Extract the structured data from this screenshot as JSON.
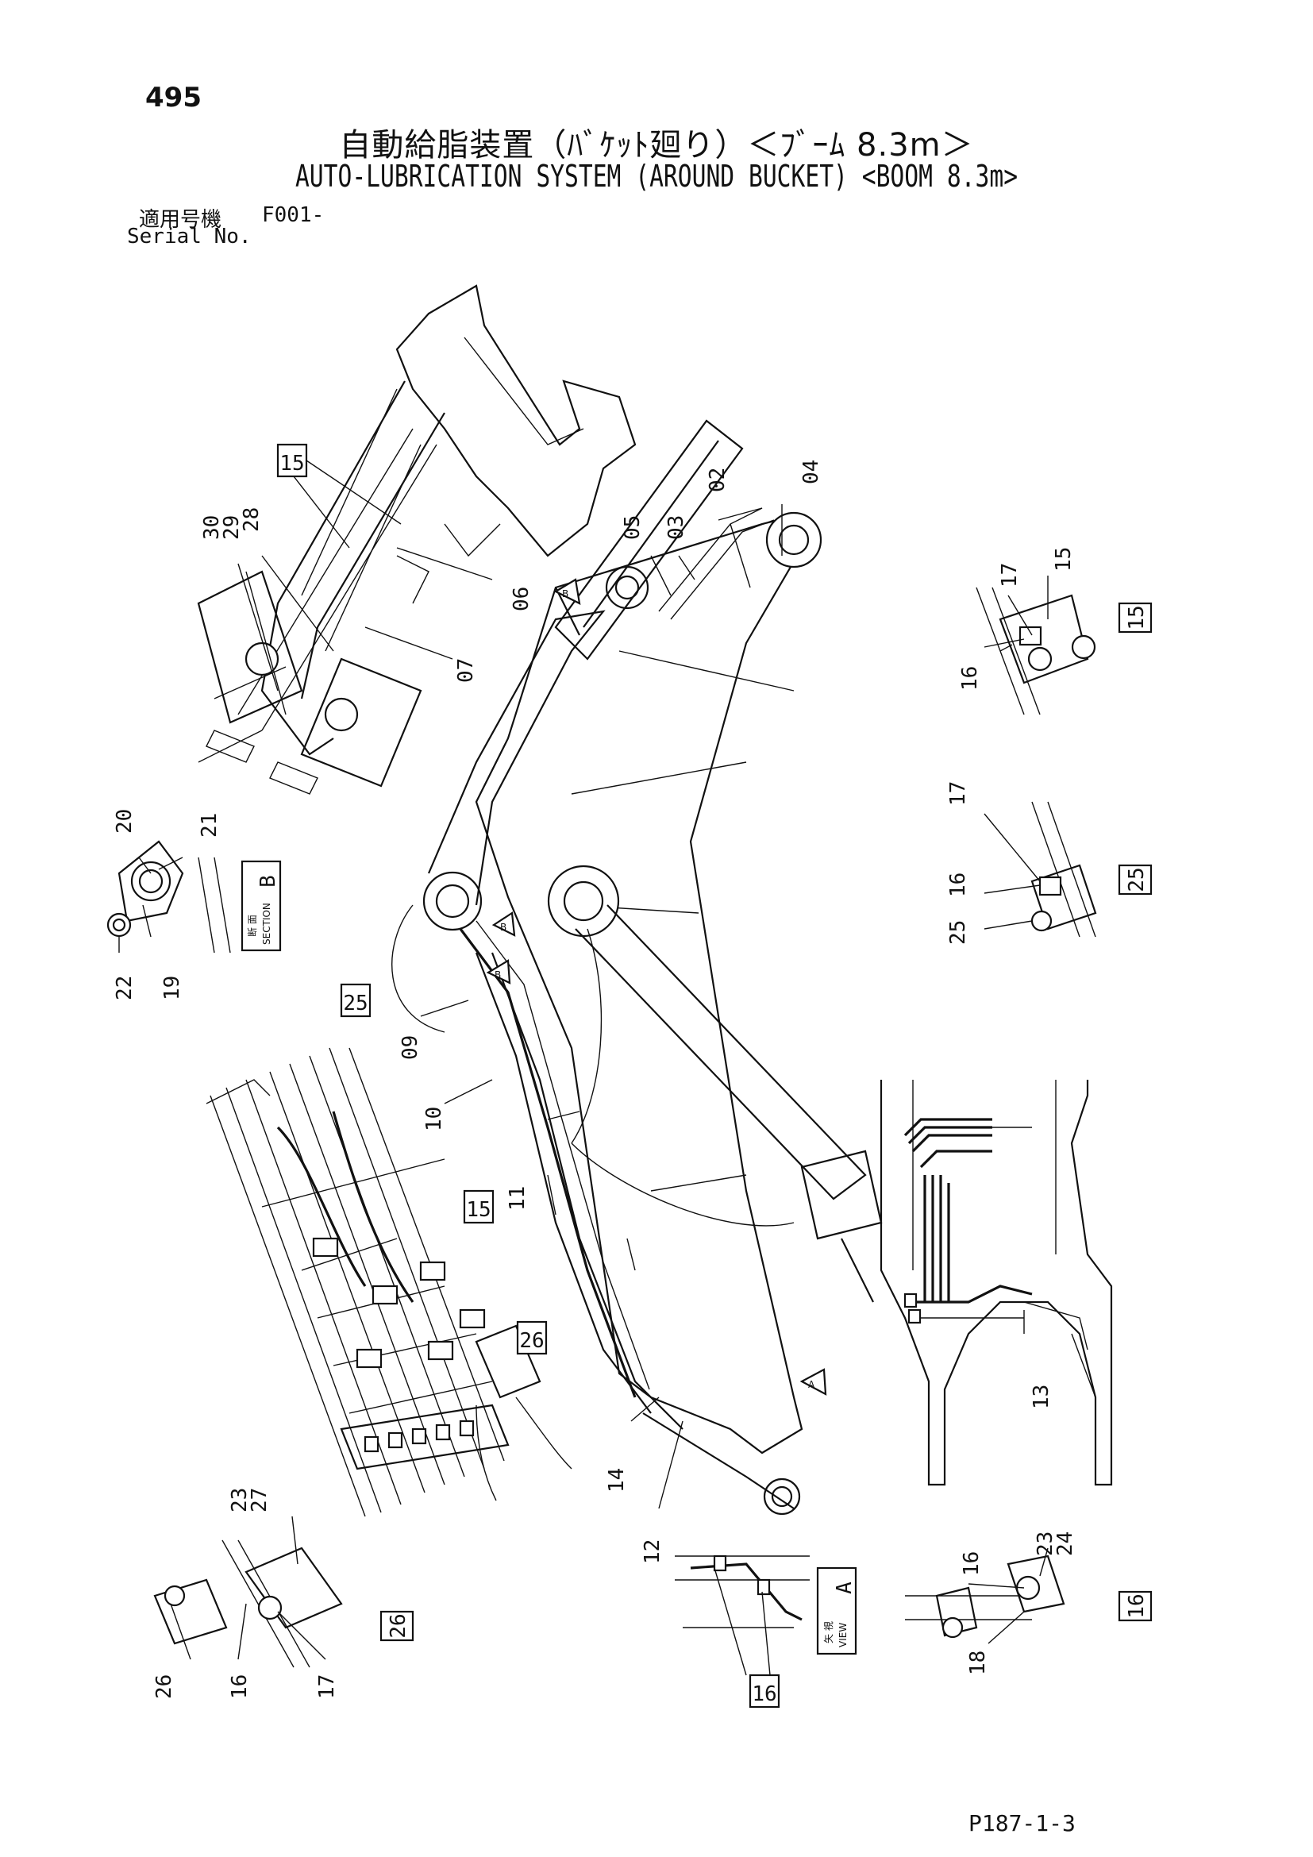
{
  "page_number": "495",
  "title_jp": "自動給脂装置（ﾊﾞｹｯﾄ廻り）＜ﾌﾞｰﾑ 8.3m＞",
  "title_en": "AUTO-LUBRICATION SYSTEM (AROUND BUCKET) <BOOM 8.3m>",
  "serial_label_jp": "適用号機",
  "serial_label_en": "Serial No.",
  "serial_value": "F001-",
  "page_ref": "P187-1-3",
  "view_labels": {
    "section_jp": "断 面",
    "section_en": "SECTION",
    "section_letter": "B",
    "view_jp": "矢 視",
    "view_en": "VIEW",
    "view_letter": "A"
  },
  "detail_boxes": [
    "15",
    "15",
    "25",
    "25",
    "15",
    "26",
    "26",
    "16",
    "16"
  ],
  "callouts": [
    "30",
    "29",
    "28",
    "02",
    "03",
    "04",
    "05",
    "06",
    "07",
    "17",
    "15",
    "16",
    "20",
    "21",
    "22",
    "19",
    "17",
    "16",
    "25",
    "09",
    "10",
    "11",
    "14",
    "12",
    "13",
    "23",
    "27",
    "26",
    "16",
    "17",
    "16",
    "23",
    "24",
    "18"
  ],
  "arrow_markers": [
    "B",
    "B",
    "B",
    "A"
  ]
}
